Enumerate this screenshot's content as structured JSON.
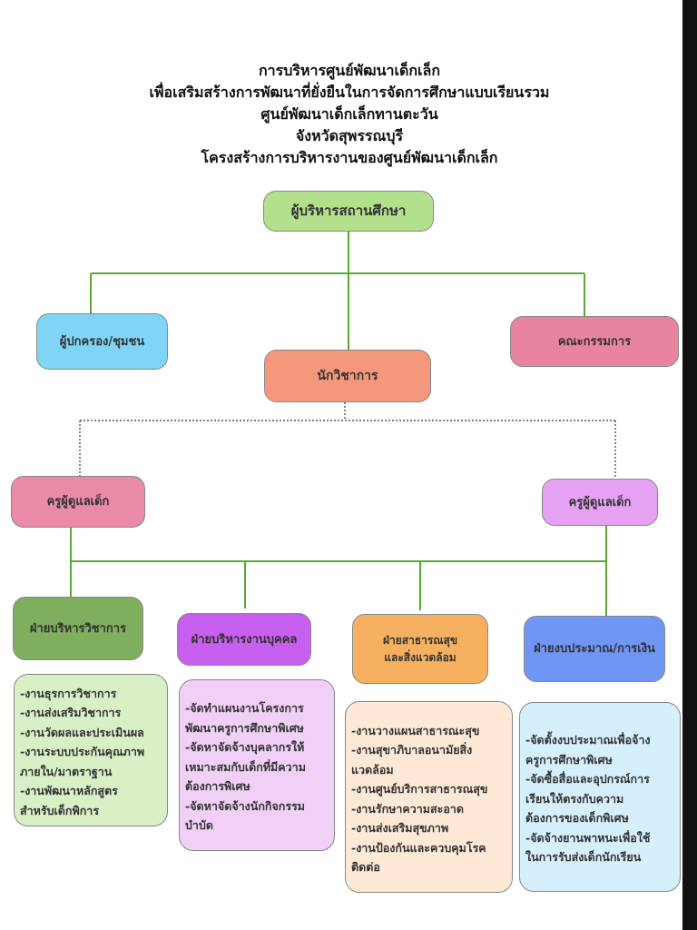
{
  "title_lines": [
    "การบริหารศูนย์พัฒนาเด็กเล็ก",
    "เพื่อเสริมสร้างการพัฒนาที่ยั่งยืนในการจัดการศึกษาแบบเรียนรวม",
    "ศูนย์พัฒนาเด็กเล็กทานตะวัน",
    "จังหวัดสุพรรณบุรี",
    "โครงสร้างการบริหารงานของศูนย์พัฒนาเด็กเล็ก"
  ],
  "nodes": {
    "admin": "ผู้บริหารสถานศึกษา",
    "parents": "ผู้ปกครอง/ชุมชน",
    "committee": "คณะกรรมการ",
    "academic": "นักวิชาการ",
    "teacher_left": "ครูผู้ดูแลเด็ก",
    "teacher_right": "ครูผู้ดูแลเด็ก",
    "dept_academic": "ฝ่ายบริหารวิชาการ",
    "dept_personnel": "ฝ่ายบริหารงานบุคคล",
    "dept_health_1": "ฝ่ายสาธารณสุข",
    "dept_health_2": "และสิ่งแวดล้อม",
    "dept_budget": "ฝ่ายงบประมาณ/การเงิน"
  },
  "lists": {
    "academic": [
      " -งานธุรการวิชาการ",
      "-งานส่งเสริมวิชาการ",
      "-งานวัดผลและประเมินผล",
      "-งานระบบประกันคุณภาพ",
      "ภายใน/มาตราฐาน",
      "-งานพัฒนาหลักสูตร",
      " สำหรับเด็กพิการ"
    ],
    "personnel": [
      "-จัดทำแผนงานโครงการ",
      "พัฒนาครูการศึกษาพิเศษ",
      "-จัดหาจัดจ้างบุคลากรให้",
      "เหมาะสมกับเด็กที่มีความ",
      "ต้องการพิเศษ",
      "-จัดหาจัดจ้างนักกิจกรรม",
      "บำบัด"
    ],
    "health": [
      "-งานวางแผนสาธารณะสุข",
      "-งานสุขาภิบาลอนามัยสิ่ง",
      "แวดล้อม",
      "-งานศูนย์บริการสาธารณสุข",
      "-งานรักษาความสะอาด",
      "-งานส่งเสริมสุขภาพ",
      "-งานป้องกันและควบคุมโรค",
      "ติดต่อ"
    ],
    "budget": [
      "-จัดตั้งงบประมาณเพื่อจ้าง",
      "ครูการศึกษาพิเศษ",
      "-จัดซื้อสื่อและอุปกรณ์การ",
      "เรียนให้ตรงกับความ",
      "ต้องการของเด็กพิเศษ",
      "-จัดจ้างยานพาหนะเพื่อใช้",
      "ในการรับส่งเด็กนักเรียน"
    ]
  },
  "colors": {
    "line": "#5aa832"
  }
}
